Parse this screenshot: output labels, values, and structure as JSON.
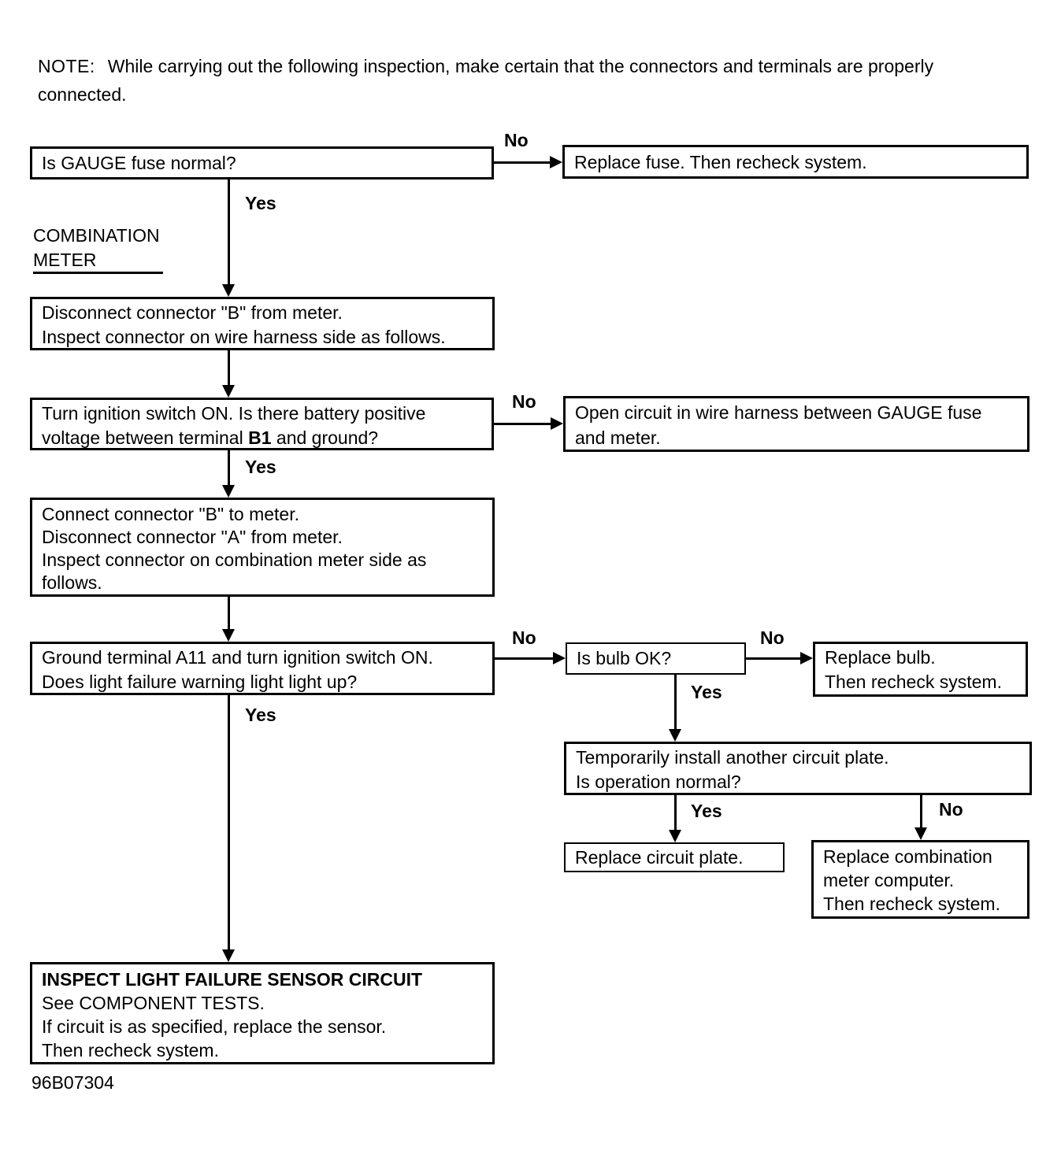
{
  "note": {
    "label": "NOTE:",
    "line1": "While carrying out the following inspection, make certain that the connectors and terminals are properly",
    "line2": "connected."
  },
  "combination_meter": {
    "line1": "COMBINATION",
    "line2": "METER"
  },
  "labels": {
    "yes": "Yes",
    "no": "No"
  },
  "boxes": {
    "gauge_fuse": {
      "line1": "Is GAUGE fuse normal?"
    },
    "replace_fuse": {
      "line1": "Replace fuse. Then recheck system."
    },
    "disconnect_b": {
      "line1": "Disconnect connector \"B\" from meter.",
      "line2": "Inspect connector on wire harness side as follows."
    },
    "ignition_b1": {
      "line1": "Turn ignition switch ON. Is there battery positive",
      "line2_pre": "voltage between terminal ",
      "line2_bold": "B1",
      "line2_post": " and ground?"
    },
    "open_circuit": {
      "line1": "Open circuit in wire harness between GAUGE fuse",
      "line2": "and meter."
    },
    "connect_b": {
      "line1": "Connect connector \"B\" to meter.",
      "line2": "Disconnect connector \"A\" from meter.",
      "line3": "Inspect connector on combination meter side as",
      "line4": "follows."
    },
    "ground_a11": {
      "line1": "Ground terminal A11 and turn ignition switch ON.",
      "line2": "Does light failure warning light light up?"
    },
    "is_bulb_ok": {
      "line1": "Is bulb OK?"
    },
    "replace_bulb": {
      "line1": "Replace bulb.",
      "line2": "Then recheck system."
    },
    "temp_circuit_plate": {
      "line1": "Temporarily install another circuit plate.",
      "line2": "Is operation normal?"
    },
    "replace_circuit_plate": {
      "line1": "Replace circuit plate."
    },
    "replace_combination_meter": {
      "line1": "Replace combination",
      "line2": "meter computer.",
      "line3": "Then recheck system."
    },
    "inspect_sensor": {
      "title": "INSPECT LIGHT FAILURE SENSOR CIRCUIT",
      "line2": "See COMPONENT TESTS.",
      "line3": "If circuit is as specified, replace the sensor.",
      "line4": "Then recheck system."
    }
  },
  "figure_code": "96B07304"
}
